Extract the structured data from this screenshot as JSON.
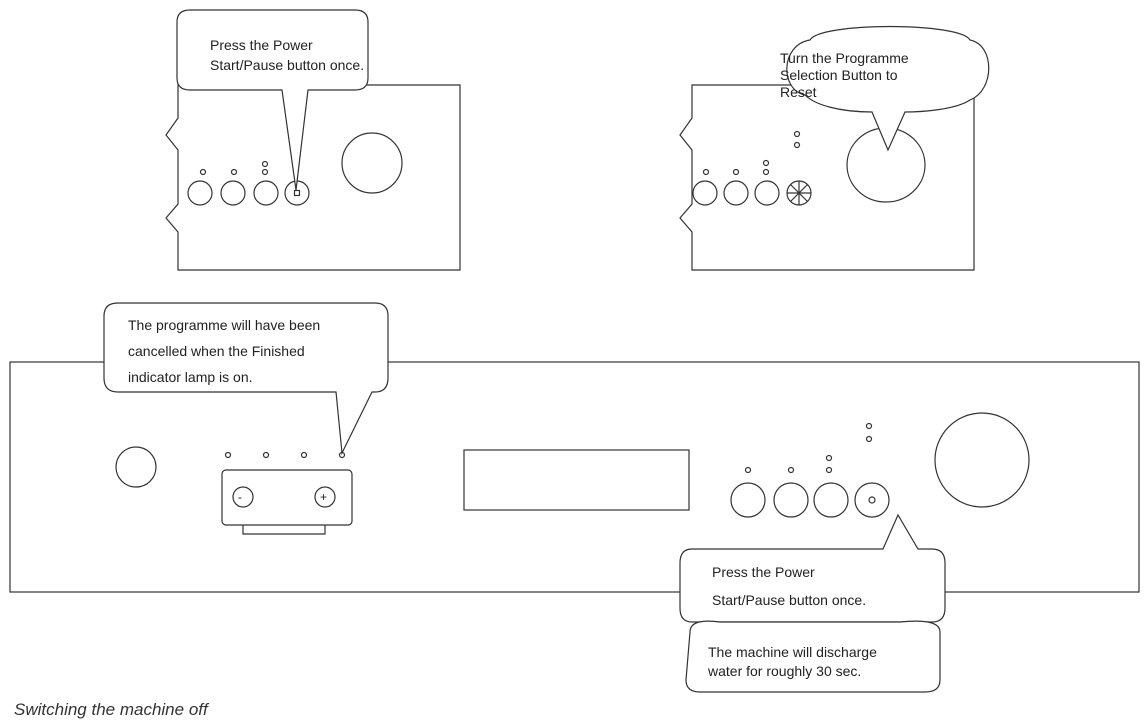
{
  "callouts": {
    "step1": "Press the Power\nStart/Pause button once.",
    "step2": "Turn the Programme\nSelection Button to\nReset",
    "step3": "The programme will have been\ncancelled when the Finished\nindicator lamp is on.",
    "step4": "Press the Power\nStart/Pause button once.",
    "step5": "The machine will discharge\nwater for roughly 30 sec."
  },
  "panel": {
    "minus_symbol": "-",
    "plus_symbol": "+"
  },
  "caption": "Switching the machine off",
  "colors": {
    "stroke": "#333333",
    "background": "#ffffff"
  }
}
